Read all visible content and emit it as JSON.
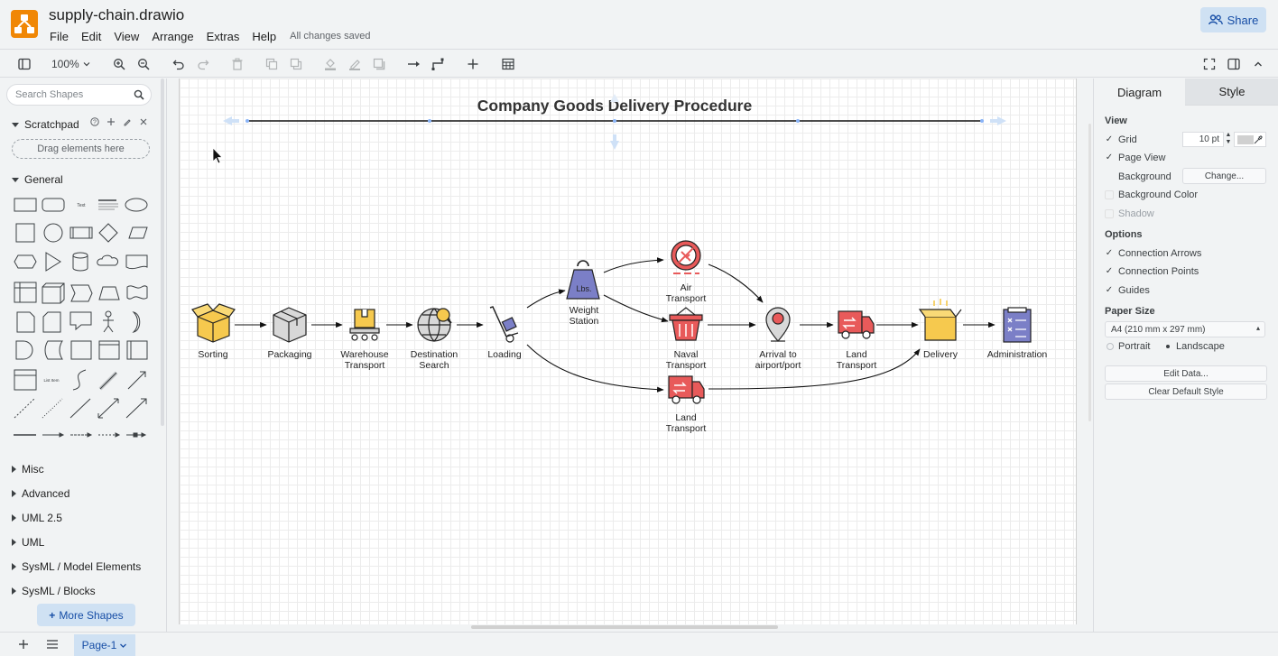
{
  "app": {
    "file_title": "supply-chain.drawio",
    "save_status": "All changes saved",
    "share_label": "Share"
  },
  "menu": [
    "File",
    "Edit",
    "View",
    "Arrange",
    "Extras",
    "Help"
  ],
  "toolbar": {
    "zoom": "100%"
  },
  "sidebar": {
    "search_placeholder": "Search Shapes",
    "scratchpad_label": "Scratchpad",
    "drag_hint": "Drag elements here",
    "general_label": "General",
    "collapsed_sections": [
      "Misc",
      "Advanced",
      "UML 2.5",
      "UML",
      "SysML / Model Elements",
      "SysML / Blocks"
    ],
    "more_shapes_label": "More Shapes"
  },
  "diagram": {
    "title": "Company Goods Delivery Procedure",
    "nodes": {
      "sorting": "Sorting",
      "packaging": "Packaging",
      "warehouse_1": "Warehouse",
      "warehouse_2": "Transport",
      "destination_1": "Destination",
      "destination_2": "Search",
      "loading": "Loading",
      "weight_1": "Weight",
      "weight_2": "Station",
      "weight_icon_text": "Lbs.",
      "air_1": "Air",
      "air_2": "Transport",
      "naval_1": "Naval",
      "naval_2": "Transport",
      "arrival_1": "Arrival to",
      "arrival_2": "airport/port",
      "land_1": "Land",
      "land_2": "Transport",
      "delivery": "Delivery",
      "administration": "Administration",
      "land_lower_1": "Land",
      "land_lower_2": "Transport"
    }
  },
  "format_panel": {
    "tab_diagram": "Diagram",
    "tab_style": "Style",
    "view_label": "View",
    "grid_label": "Grid",
    "grid_size": "10 pt",
    "page_view_label": "Page View",
    "background_label": "Background",
    "change_button": "Change...",
    "background_color_label": "Background Color",
    "shadow_label": "Shadow",
    "options_label": "Options",
    "connection_arrows_label": "Connection Arrows",
    "connection_points_label": "Connection Points",
    "guides_label": "Guides",
    "paper_size_label": "Paper Size",
    "paper_size_value": "A4 (210 mm x 297 mm)",
    "portrait_label": "Portrait",
    "landscape_label": "Landscape",
    "edit_data_button": "Edit Data...",
    "clear_style_button": "Clear Default Style"
  },
  "footer": {
    "page_tab": "Page-1"
  },
  "colors": {
    "accent": "#cfe1f3",
    "accent_text": "#174ea6",
    "logo": "#f08705",
    "icon_yellow": "#f6c94e",
    "icon_red": "#e85a5a",
    "icon_purple": "#7b7fc7"
  }
}
